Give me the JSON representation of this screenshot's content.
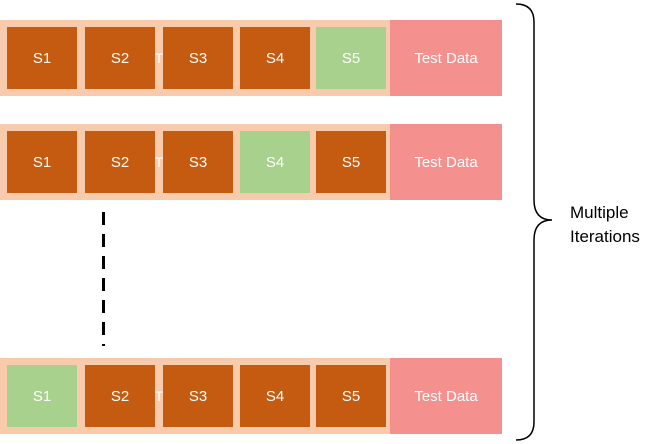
{
  "colors": {
    "training_fold": "#c55a11",
    "validation_fold": "#a9d18e",
    "test_data": "#f4918e",
    "row_background": "#f8cbad"
  },
  "iterations": [
    {
      "folds": [
        {
          "label": "S1",
          "role": "train"
        },
        {
          "label": "S2",
          "role": "train"
        },
        {
          "label": "S3",
          "role": "train"
        },
        {
          "label": "S4",
          "role": "train"
        },
        {
          "label": "S5",
          "role": "validation"
        }
      ],
      "hidden_label": "T",
      "test_label": "Test Data"
    },
    {
      "folds": [
        {
          "label": "S1",
          "role": "train"
        },
        {
          "label": "S2",
          "role": "train"
        },
        {
          "label": "S3",
          "role": "train"
        },
        {
          "label": "S4",
          "role": "validation"
        },
        {
          "label": "S5",
          "role": "train"
        }
      ],
      "hidden_label": "T",
      "test_label": "Test Data"
    },
    {
      "folds": [
        {
          "label": "S1",
          "role": "validation"
        },
        {
          "label": "S2",
          "role": "train"
        },
        {
          "label": "S3",
          "role": "train"
        },
        {
          "label": "S4",
          "role": "train"
        },
        {
          "label": "S5",
          "role": "train"
        }
      ],
      "hidden_label": "T",
      "test_label": "Test Data"
    }
  ],
  "brace_label": {
    "line1": "Multiple",
    "line2": "Iterations"
  }
}
